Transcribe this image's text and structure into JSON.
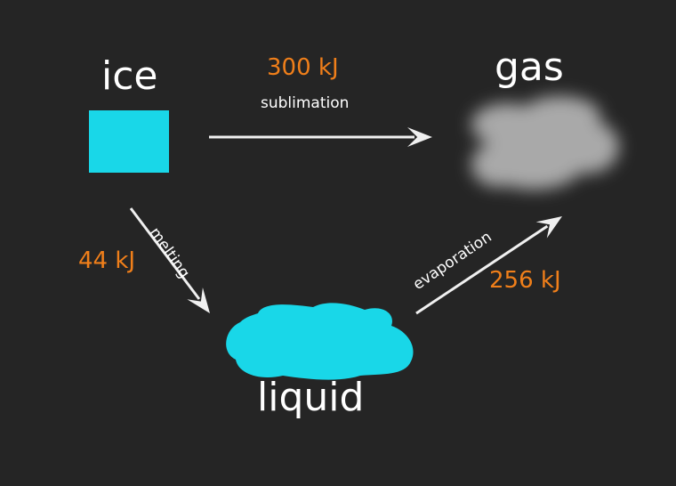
{
  "states": {
    "ice": "ice",
    "gas": "gas",
    "liquid": "liquid"
  },
  "transitions": {
    "sublimation": {
      "label": "sublimation",
      "energy": "300 kJ"
    },
    "melting": {
      "label": "melting",
      "energy": "44 kJ"
    },
    "evaporation": {
      "label": "evaporation",
      "energy": "256 kJ"
    }
  },
  "colors": {
    "background": "#252525",
    "water": "#19d7e8",
    "gas_cloud": "#a9a9a9",
    "arrow": "#f0f0f0",
    "energy_text": "#f07f1a",
    "label_text": "#ffffff"
  }
}
